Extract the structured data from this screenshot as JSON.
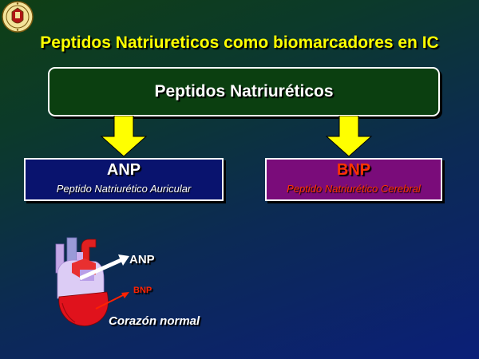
{
  "title": "Peptidos Natriureticos como biomarcadores en IC",
  "main_box": {
    "label": "Peptidos Natriuréticos"
  },
  "anp_box": {
    "abbr": "ANP",
    "description": "Peptido Natriurético Auricular"
  },
  "bnp_box": {
    "abbr": "BNP",
    "description": "Peptido Natriurético Cerebral"
  },
  "heart_figure": {
    "anp_label": "ANP",
    "bnp_label": "BNP",
    "caption": "Corazón normal"
  },
  "icons": [
    "university-seal-icon",
    "down-arrow-icon",
    "heart-icon"
  ],
  "colors": {
    "title": "#ffff00",
    "arrow": "#ffff00",
    "anp_box_bg": "#09136e",
    "bnp_box_bg": "#7a0c7a",
    "bnp_text": "#ff3300",
    "main_box_bg": "#0b3f10"
  }
}
